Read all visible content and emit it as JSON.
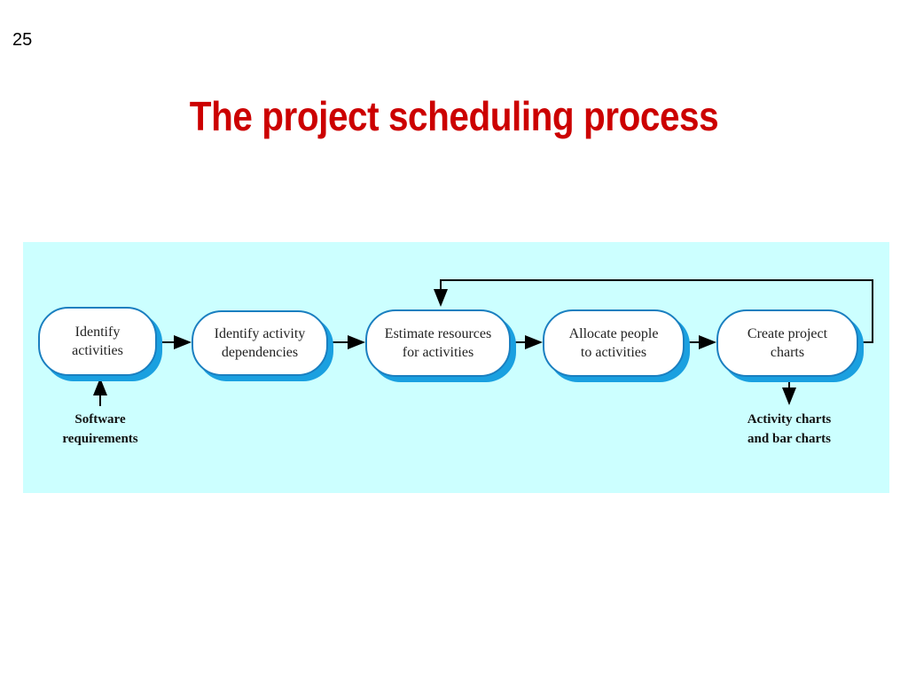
{
  "slide": {
    "number": "25",
    "title": "The project scheduling process"
  },
  "diagram": {
    "background_color": "#ccffff",
    "box_border_color": "#1a7fc0",
    "box_shadow_color": "#1aa0e0",
    "title_color": "#cc0000",
    "steps": [
      {
        "line1": "Identify",
        "line2": "activities"
      },
      {
        "line1": "Identify activity",
        "line2": "dependencies"
      },
      {
        "line1": "Estimate resources",
        "line2": "for activities"
      },
      {
        "line1": "Allocate people",
        "line2": "to activities"
      },
      {
        "line1": "Create project",
        "line2": "charts"
      }
    ],
    "input": {
      "line1": "Software",
      "line2": "requirements"
    },
    "output": {
      "line1": "Activity charts",
      "line2": "and bar charts"
    },
    "feedback_loop": {
      "from": "Create project charts",
      "to": "Estimate resources for activities"
    }
  }
}
